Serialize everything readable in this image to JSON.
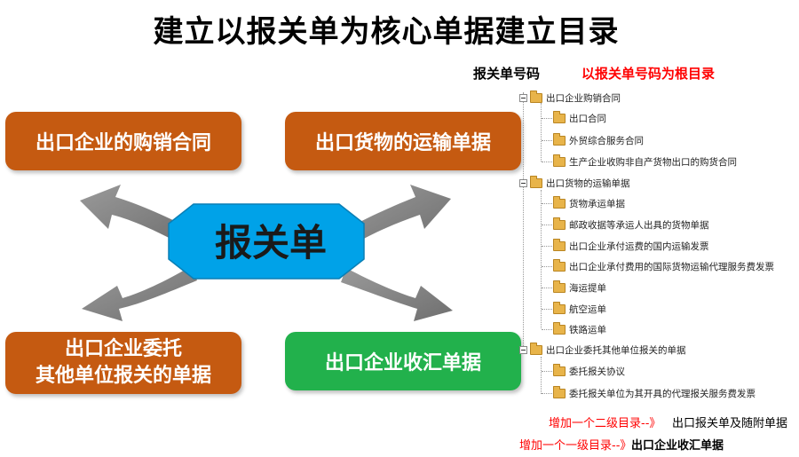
{
  "title": "建立以报关单为核心单据建立目录",
  "center": "报关单",
  "boxes": {
    "top_left": "出口企业的购销合同",
    "top_right": "出口货物的运输单据",
    "bottom_left_line1": "出口企业委托",
    "bottom_left_line2": "其他单位报关的单据",
    "bottom_right": "出口企业收汇单据"
  },
  "tree_header": {
    "label": "报关单号码",
    "note": "以报关单号码为根目录"
  },
  "tree": [
    {
      "label": "出口企业购销合同",
      "children": [
        "出口合同",
        "外贸综合服务合同",
        "生产企业收购非自产货物出口的购货合同"
      ]
    },
    {
      "label": "出口货物的运输单据",
      "children": [
        "货物承运单据",
        "邮政收据等承运人出具的货物单据",
        "出口企业承付运费的国内运输发票",
        "出口企业承付费用的国际货物运输代理服务费发票",
        "海运提单",
        "航空运单",
        "铁路运单"
      ]
    },
    {
      "label": "出口企业委托其他单位报关的单据",
      "children": [
        "委托报关协议",
        "委托报关单位为其开具的代理报关服务费发票"
      ]
    }
  ],
  "notes": {
    "second_level_red": "增加一个二级目录--》",
    "second_level_black": "出口报关单及随附单据",
    "first_level_red": "增加一个一级目录--》",
    "first_level_black": "出口企业收汇单据"
  },
  "colors": {
    "orange": "#c55a11",
    "green": "#22b14c",
    "center_blue": "#00a2e8",
    "arrow_gray": "#7f7f7f",
    "note_red": "#ff0000"
  }
}
